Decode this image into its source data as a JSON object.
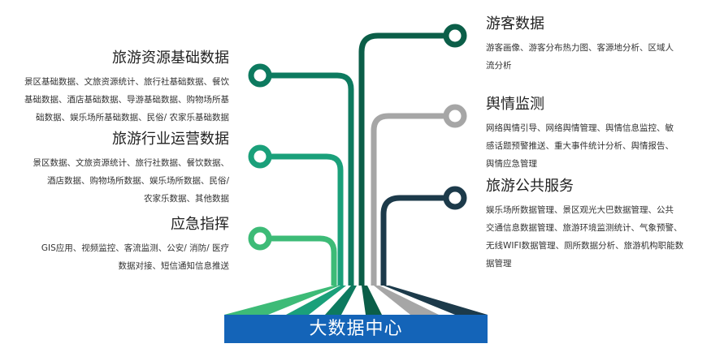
{
  "colors": {
    "branch_1": "#0d7a5f",
    "branch_2": "#1aa07a",
    "branch_3": "#3dbb77",
    "branch_4": "#0b5e48",
    "branch_5": "#a6a6a6",
    "branch_6": "#1c3a4a",
    "hub_bg": "#1464b8"
  },
  "hub": {
    "label": "大数据中心"
  },
  "left_blocks": [
    {
      "title": "旅游资源基础数据",
      "lines": [
        "景区基础数据、文旅资源统计、旅行社基础数据、餐饮",
        "基础数据、酒店基础数据、导游基础数据、购物场所基",
        "础数据、娱乐场所基础数据、民俗/ 农家乐基础数据"
      ]
    },
    {
      "title": "旅游行业运营数据",
      "lines": [
        "景区数据、文旅资源统计、旅行社数据、餐饮数据、",
        "酒店数据、购物场所数据、娱乐场所数据、民俗/",
        "农家乐数据、其他数据"
      ]
    },
    {
      "title": "应急指挥",
      "lines": [
        "GIS应用、视频监控、客流监测、公安/ 消防/ 医疗",
        "数据对接、短信通知信息推送"
      ]
    }
  ],
  "right_blocks": [
    {
      "title": "游客数据",
      "lines": [
        "游客画像、游客分布热力图、客源地分析、区域人",
        "流分析"
      ]
    },
    {
      "title": "舆情监测",
      "lines": [
        "网络舆情引导、网络舆情管理、舆情信息监控、敏",
        "感话题预警推送、重大事件统计分析、舆情报告、",
        "舆情应急管理"
      ]
    },
    {
      "title": "旅游公共服务",
      "lines": [
        "娱乐场所数据管理、景区观光大巴数据管理、公共",
        "交通信息数据管理、旅游环境监测统计、气象预警、",
        "无线WIFI数据管理、厕所数据分析、旅游机构职能数",
        "据管理"
      ]
    }
  ]
}
